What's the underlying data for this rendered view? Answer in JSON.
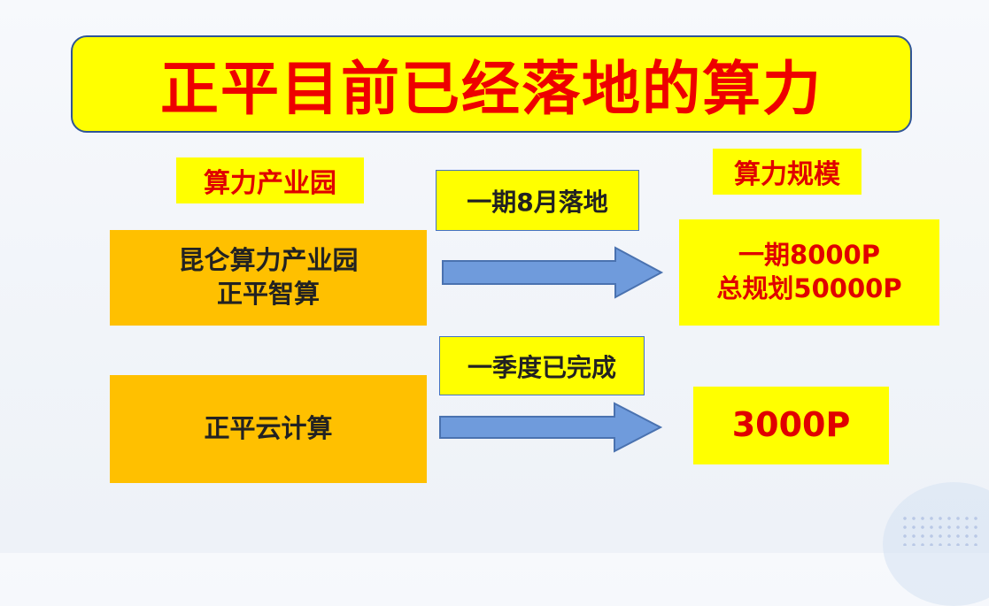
{
  "title": "正平目前已经落地的算力",
  "left_header": "算力产业园",
  "right_header": "算力规模",
  "rows": [
    {
      "source_lines": [
        "昆仑算力产业园",
        "正平智算"
      ],
      "status": "一期8月落地",
      "result_lines": [
        "一期8000P",
        "总规划50000P"
      ]
    },
    {
      "source_lines": [
        "正平云计算"
      ],
      "status": "一季度已完成",
      "result_lines": [
        "3000P"
      ]
    }
  ],
  "colors": {
    "title_bg": "#ffff00",
    "title_text": "#ee0000",
    "source_bg": "#ffc000",
    "arrow_fill": "#6f9bdc",
    "arrow_stroke": "#4a72b0"
  }
}
